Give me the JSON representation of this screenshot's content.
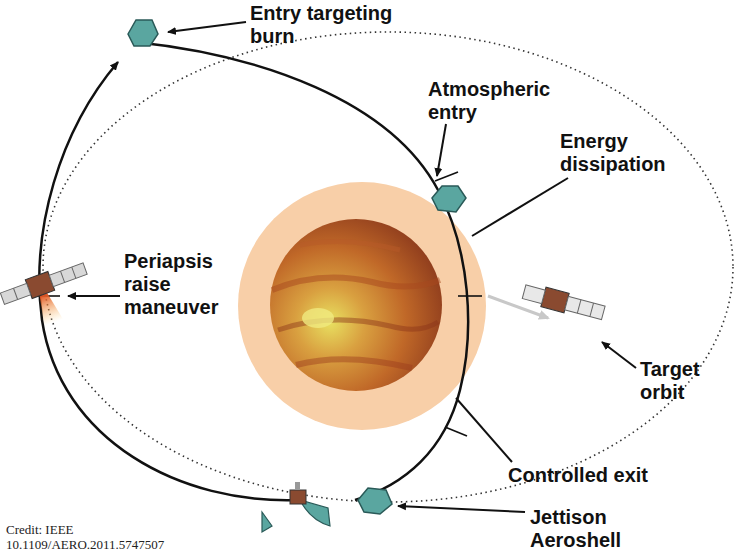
{
  "diagram": {
    "labels": [
      "Entry targeting burn",
      "Atmospheric entry",
      "Energy dissipation",
      "Periapsis raise maneuver",
      "Target orbit",
      "Controlled exit",
      "Jettison Aeroshell",
      "Credit: IEEE 10.1109/AERO.2011.5747507"
    ]
  }
}
